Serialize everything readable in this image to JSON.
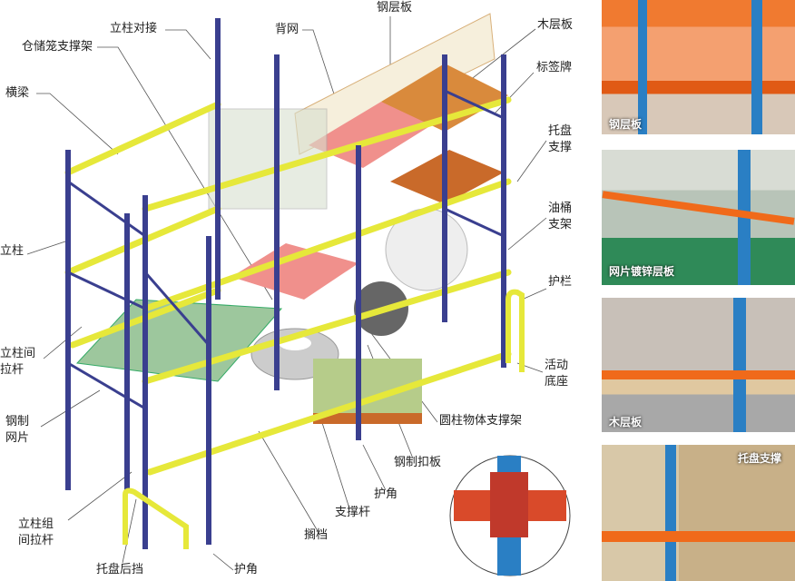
{
  "labels": {
    "column_splice": "立柱对接",
    "cage_support": "仓储笼支撑架",
    "back_mesh": "背网",
    "steel_shelf": "钢层板",
    "wood_shelf": "木层板",
    "label_tag": "标签牌",
    "beam": "横梁",
    "pallet_support_1": "托盘",
    "pallet_support_2": "支撑",
    "drum_support_1": "油桶",
    "drum_support_2": "支架",
    "upright": "立柱",
    "guardrail": "护栏",
    "upright_brace_1": "立柱间",
    "upright_brace_2": "拉杆",
    "movable_base_1": "活动",
    "movable_base_2": "底座",
    "steel_mesh_1": "钢制",
    "steel_mesh_2": "网片",
    "cylinder_support": "圆柱物体支撑架",
    "steel_deck": "钢制扣板",
    "corner_guard_1": "护角",
    "support_bar": "支撑杆",
    "row_spacer_1": "立柱组",
    "row_spacer_2": "间拉杆",
    "crossbar": "搁档",
    "pallet_stop": "托盘后挡",
    "corner_guard_2": "护角"
  },
  "photos": [
    {
      "caption": "钢层板"
    },
    {
      "caption": "网片镀锌层板"
    },
    {
      "caption": "木层板"
    },
    {
      "caption": "托盘支撑"
    }
  ],
  "colors": {
    "upright": "#3a3f8f",
    "beam": "#e6e83a",
    "steel_shelf": "#f0908c",
    "wood": "#d98a3c",
    "photo_beam": "#f06a1a",
    "photo_upright": "#2a7fc4"
  }
}
